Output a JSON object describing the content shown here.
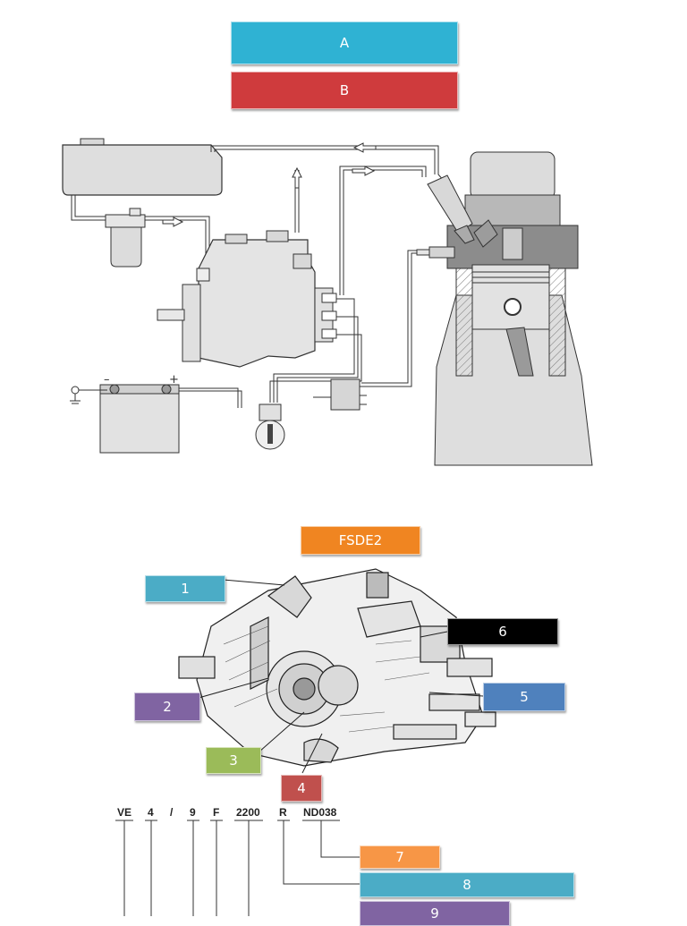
{
  "top_labels": {
    "a": {
      "text": "A",
      "color": "#2fb2d3"
    },
    "b": {
      "text": "B",
      "color": "#cf3b3d"
    }
  },
  "pump_title": {
    "text": "FSDE2",
    "color": "#f08521"
  },
  "callouts": [
    {
      "id": "1",
      "text": "1",
      "color": "#4bacc6"
    },
    {
      "id": "2",
      "text": "2",
      "color": "#8064a2"
    },
    {
      "id": "3",
      "text": "3",
      "color": "#9bbb59"
    },
    {
      "id": "4",
      "text": "4",
      "color": "#c0504d"
    },
    {
      "id": "5",
      "text": "5",
      "color": "#4f81bd"
    },
    {
      "id": "6",
      "text": "6",
      "color": "#000000"
    },
    {
      "id": "7",
      "text": "7",
      "color": "#f79646"
    },
    {
      "id": "8",
      "text": "8",
      "color": "#4bacc6"
    },
    {
      "id": "9",
      "text": "9",
      "color": "#8064a2"
    }
  ],
  "type_code": [
    "VE",
    "4",
    "/",
    "9",
    "F",
    "2200",
    "R",
    "ND038"
  ],
  "battery": {
    "minus": "–",
    "plus": "+"
  }
}
